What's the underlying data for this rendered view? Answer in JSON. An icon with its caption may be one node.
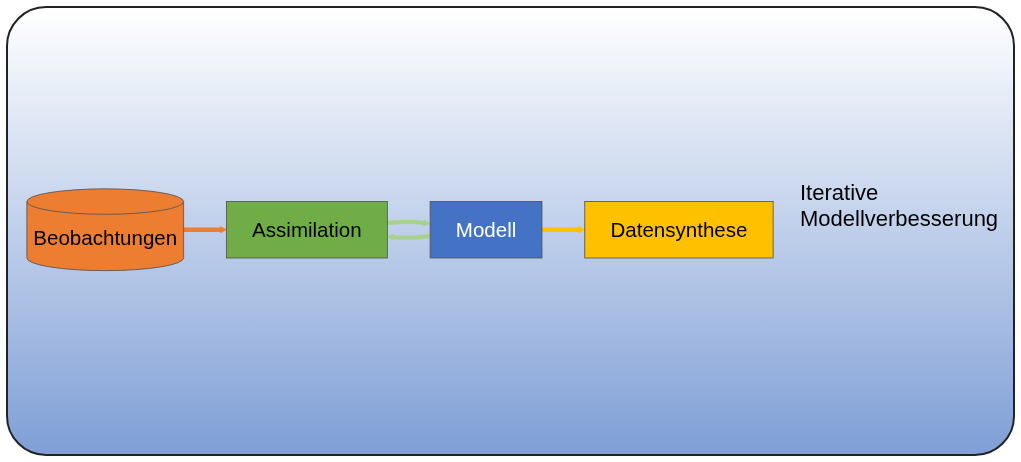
{
  "diagram": {
    "nodes": [
      {
        "text": [
          "Beobachtungen"
        ]
      },
      {
        "text": [
          "Assimilation"
        ]
      },
      {
        "text": [
          "Modell"
        ]
      },
      {
        "text": [
          "Datensynthese"
        ]
      }
    ],
    "edges": [
      {
        "from": 0,
        "to": 1,
        "arrow": "to",
        "color": "#ed7d31"
      },
      {
        "from": 1,
        "to": 2,
        "arrow": "to"
      },
      {
        "from": 2,
        "to": 1,
        "arrow": "to"
      },
      {
        "from": 2,
        "to": 3,
        "arrow": "to",
        "color": "#ffc000"
      }
    ],
    "labels": [
      "Iterative Modellverbesserung"
    ]
  }
}
